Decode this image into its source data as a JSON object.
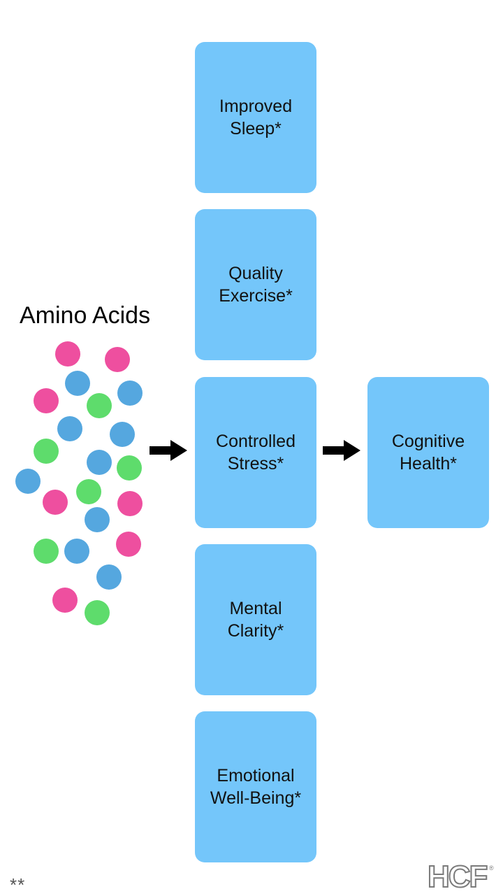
{
  "title": "Amino Acids",
  "boxes": [
    {
      "line1": "Improved",
      "line2": "Sleep*"
    },
    {
      "line1": "Quality",
      "line2": "Exercise*"
    },
    {
      "line1": "Controlled",
      "line2": "Stress*"
    },
    {
      "line1": "Mental",
      "line2": "Clarity*"
    },
    {
      "line1": "Emotional",
      "line2": "Well-Being*"
    }
  ],
  "result": {
    "line1": "Cognitive",
    "line2": "Health*"
  },
  "footnote": "**",
  "logo": {
    "text": "HCF",
    "mark": "®"
  },
  "colors": {
    "box": "#74c6fa",
    "dot_pink": "#ee4f9f",
    "dot_blue": "#55a7df",
    "dot_green": "#5edc6c",
    "arrow": "#000000"
  }
}
